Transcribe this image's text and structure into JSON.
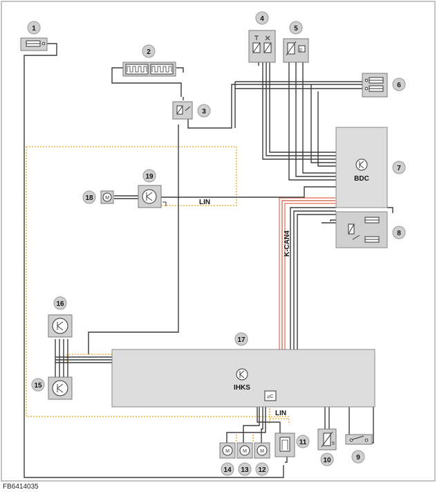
{
  "figure_id": "FB6414035",
  "modules": {
    "bdc": "BDC",
    "ihks": "IHKS",
    "microcontroller": "µC"
  },
  "bus_labels": {
    "lin_upper": "LIN",
    "lin_lower": "LIN",
    "kcan": "K-CAN4"
  },
  "callouts": [
    "1",
    "2",
    "3",
    "4",
    "5",
    "6",
    "7",
    "8",
    "9",
    "10",
    "11",
    "12",
    "13",
    "14",
    "15",
    "16",
    "17",
    "18",
    "19"
  ],
  "motor_label": "M",
  "colors": {
    "wire": "#3a3a3a",
    "component_fill": "#d0d0d0",
    "module_fill": "#dddddd",
    "lin_dotted": "#f0b040",
    "kcan": "#e8806a",
    "callout_fill": "#cfcfcf"
  }
}
